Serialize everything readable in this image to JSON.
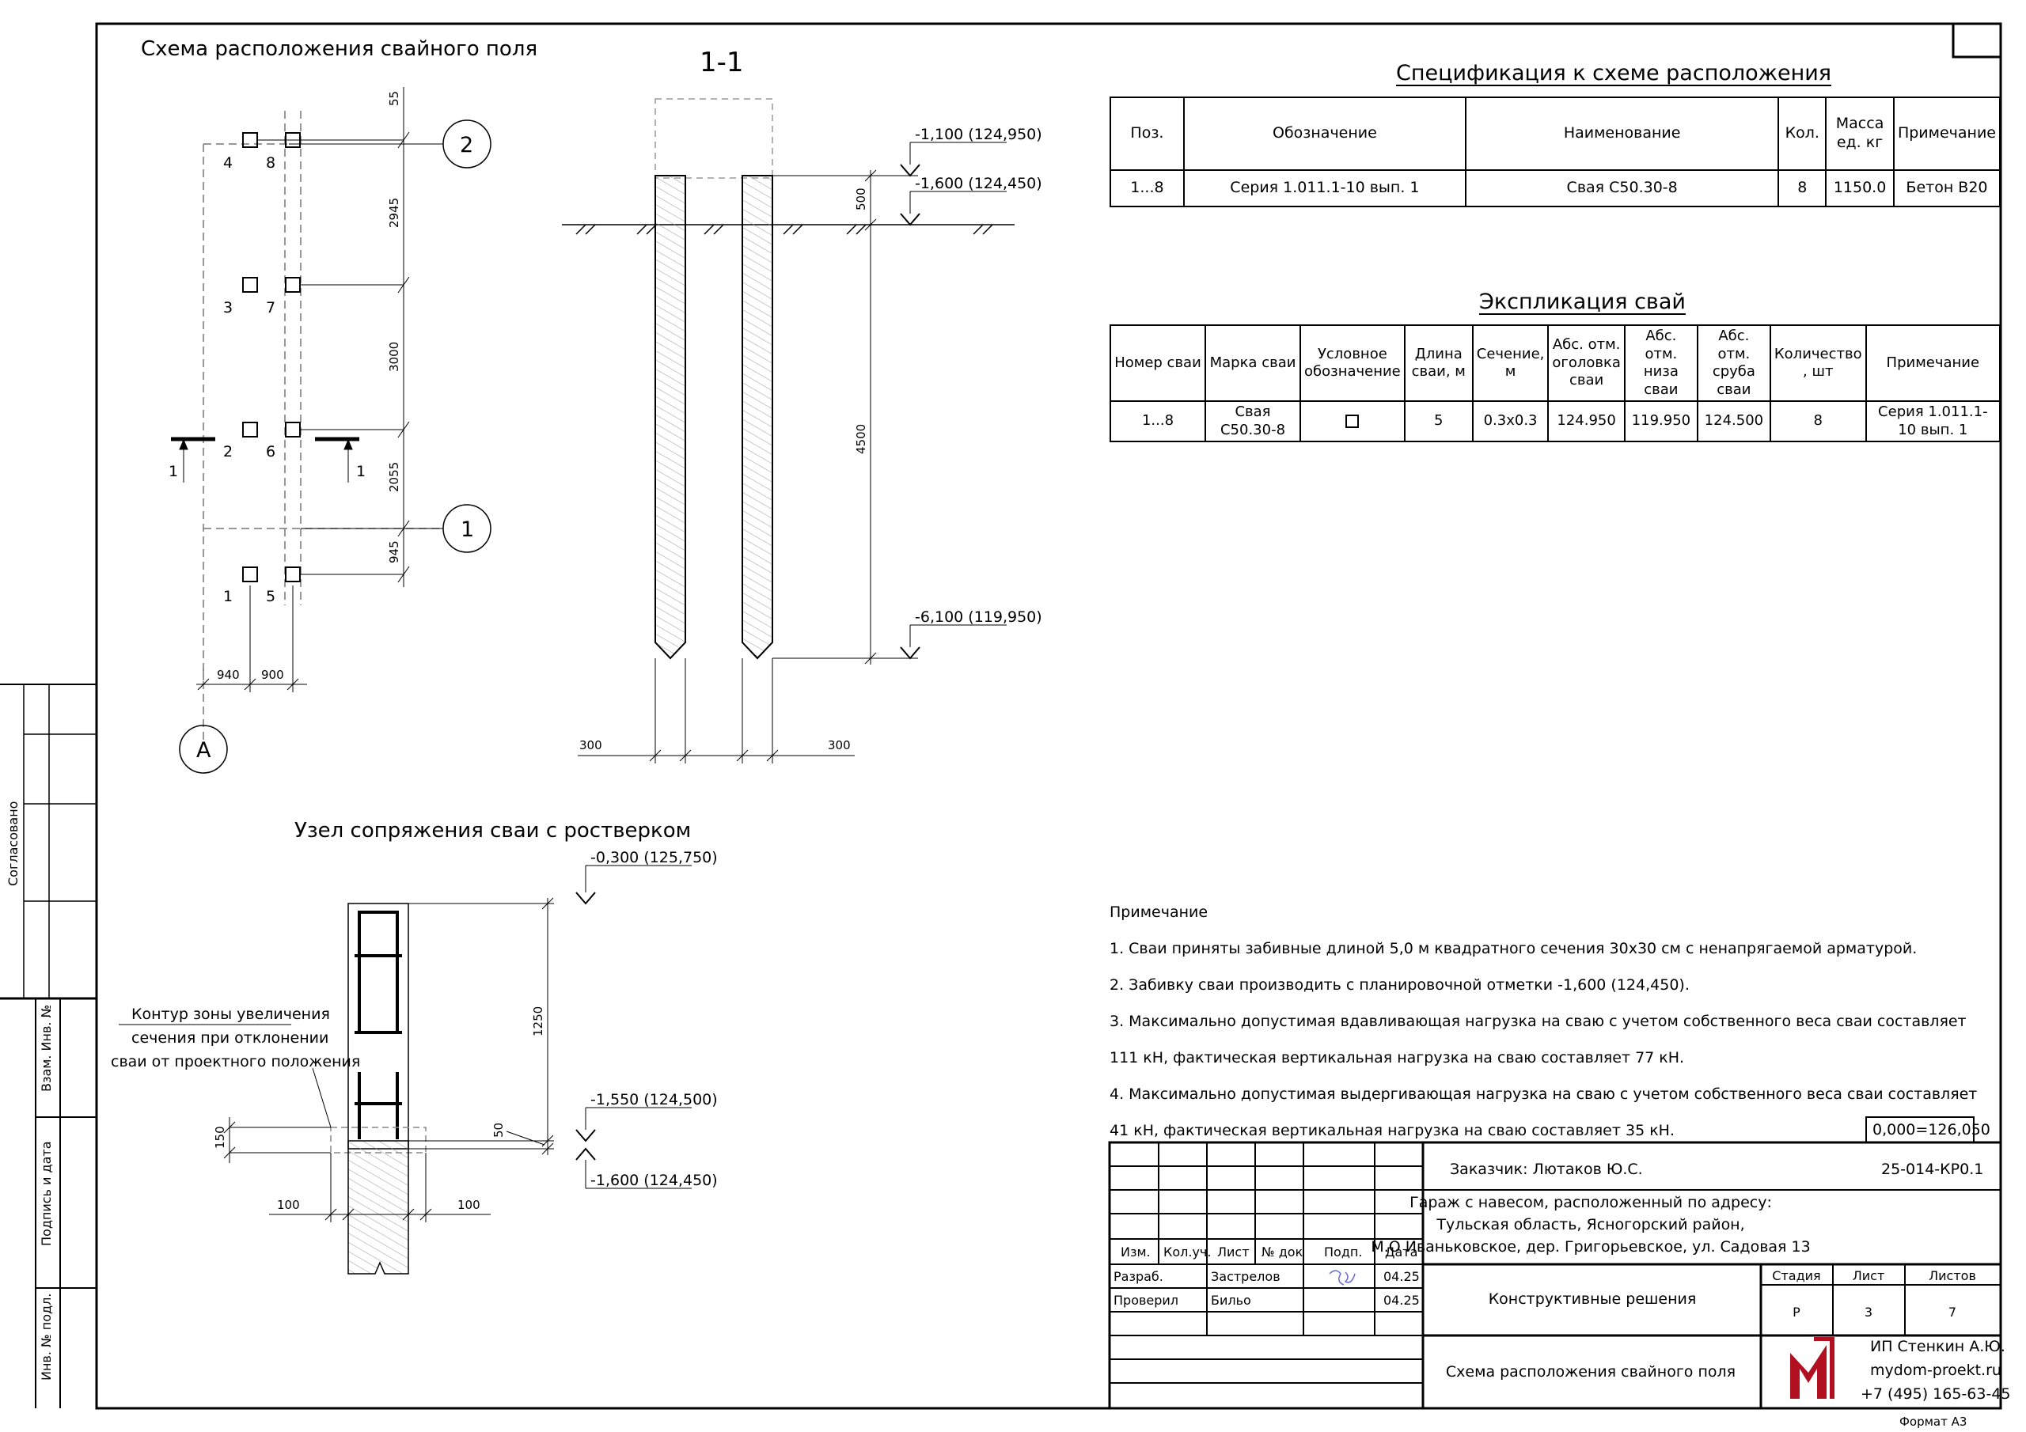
{
  "titles": {
    "pile_plan": "Схема расположения свайного поля",
    "section": "1-1",
    "node": "Узел сопряжения сваи с ростверком",
    "spec": "Спецификация к схеме расположения",
    "expl": "Экспликация свай",
    "zone_note_1": "Контур зоны увеличения",
    "zone_note_2": "сечения при отклонении",
    "zone_note_3": "сваи от проектного положения"
  },
  "plan": {
    "axis_2": "2",
    "axis_1": "1",
    "axis_a": "А",
    "piles": [
      "1",
      "2",
      "3",
      "4",
      "5",
      "6",
      "7",
      "8"
    ],
    "cut_label": "1",
    "dims_v": [
      "55",
      "2945",
      "3000",
      "2055",
      "945"
    ],
    "dims_h": [
      "940",
      "900"
    ]
  },
  "section": {
    "elev_top": "-1,100 (124,950)",
    "elev_ground": "-1,600 (124,450)",
    "elev_bottom": "-6,100 (119,950)",
    "dim_500": "500",
    "dim_4500": "4500",
    "dim_300_left": "300",
    "dim_300_right": "300"
  },
  "node": {
    "elev_top": "-0,300 (125,750)",
    "elev_mid": "-1,550 (124,500)",
    "elev_bot": "-1,600 (124,450)",
    "dim_1250": "1250",
    "dim_150": "150",
    "dim_50": "50",
    "dim_100_left": "100",
    "dim_100_right": "100"
  },
  "spec_table": {
    "headers": [
      "Поз.",
      "Обозначение",
      "Наименование",
      "Кол.",
      "Масса ед. кг",
      "Примечание"
    ],
    "rows": [
      [
        "1...8",
        "Серия 1.011.1-10 вып. 1",
        "Свая С50.30-8",
        "8",
        "1150.0",
        "Бетон В20"
      ]
    ]
  },
  "expl_table": {
    "headers": [
      "Номер сваи",
      "Марка сваи",
      "Условное обозначение",
      "Длина сваи, м",
      "Сечение, м",
      "Абс. отм. оголовка сваи",
      "Абс. отм. низа сваи",
      "Абс. отм. сруба сваи",
      "Количество , шт",
      "Примечание"
    ],
    "rows": [
      [
        "1...8",
        "Свая С50.30-8",
        "",
        "5",
        "0.3х0.3",
        "124.950",
        "119.950",
        "124.500",
        "8",
        "Серия 1.011.1-10 вып. 1"
      ]
    ]
  },
  "notes": {
    "heading": "Примечание",
    "items": [
      "1.    Сваи приняты забивные длиной 5,0 м квадратного сечения 30х30 см с ненапрягаемой арматурой.",
      "2.    Забивку сваи производить с планировочной отметки -1,600 (124,450).",
      "3.    Максимально допустимая вдавливающая нагрузка на сваю с учетом собственного веса сваи составляет 111 кН, фактическая вертикальная нагрузка на сваю составляет 77 кН.",
      "4.    Максимально допустимая выдергивающая нагрузка на сваю с учетом собственного веса сваи составляет 41 кН, фактическая вертикальная нагрузка на сваю составляет 35 кН."
    ]
  },
  "zero_mark": "0,000=126,050",
  "stamp": {
    "customer": "Заказчик: Лютаков Ю.С.",
    "code": "25-014-КР0.1",
    "address_1": "Гараж с навесом, расположенный по адресу:",
    "address_2": "Тульская область, Ясногорский район,",
    "address_3": "М.О Иваньковское, дер. Григорьевское, ул. Садовая 13",
    "col_headers": [
      "Изм.",
      "Кол.уч.",
      "Лист",
      "№ док",
      "Подп.",
      "Дата"
    ],
    "role_1": "Разраб.",
    "person_1": "Застрелов",
    "date_1": "04.25",
    "role_2": "Проверил",
    "person_2": "Бильо",
    "date_2": "04.25",
    "section_name": "Конструктивные решения",
    "stage_h": "Стадия",
    "sheet_h": "Лист",
    "sheets_h": "Листов",
    "stage": "Р",
    "sheet": "3",
    "sheets": "7",
    "drawing_name": "Схема расположения свайного поля",
    "company": "ИП Стенкин А.Ю.",
    "site": "mydom-proekt.ru",
    "phone": "+7 (495) 165-63-45",
    "format": "Формат А3"
  },
  "side_stamp": {
    "agreed": "Согласовано",
    "inv_sub": "Взам. Инв. №",
    "sign_date": "Подпись и дата",
    "inv_orig": "Инв. № подл."
  },
  "colors": {
    "logo": "#b01020",
    "signature": "#6a6ad0"
  }
}
